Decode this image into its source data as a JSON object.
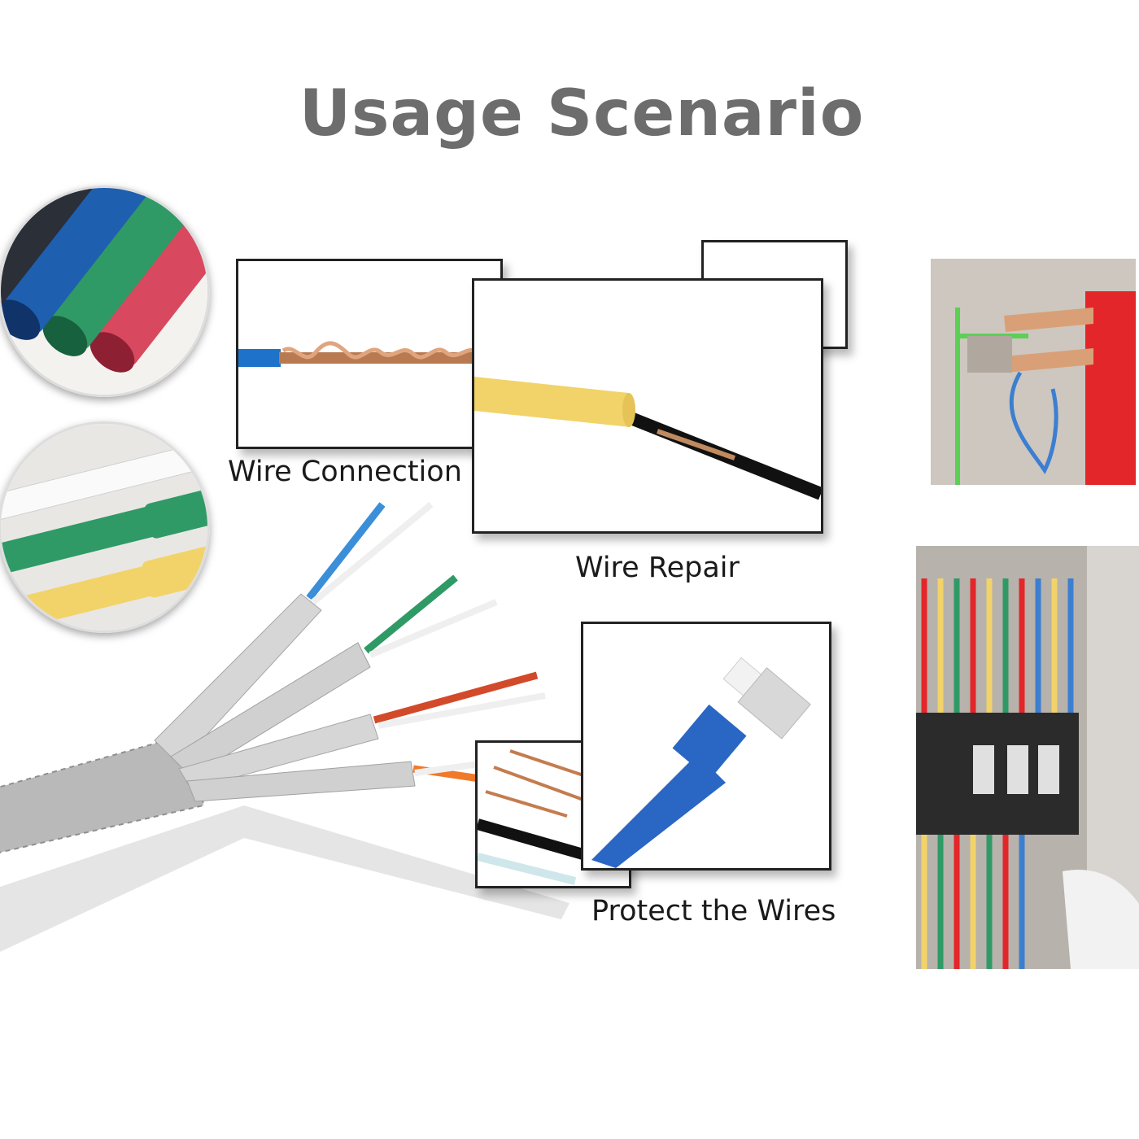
{
  "page": {
    "title": "Usage Scenario"
  },
  "scenarios": {
    "wire_connection": "Wire Connection",
    "wire_repair": "Wire Repair",
    "protect_wires": "Protect the Wires"
  },
  "colors": {
    "title": "#6d6d6d",
    "tube_red": "#d8485e",
    "tube_green": "#2f9a66",
    "tube_blue": "#1f5fb0",
    "tube_black": "#2a2f38",
    "tube_yellow": "#f2d36a",
    "shirt_red": "#e3262a",
    "wall_green": "#5ccf55"
  }
}
